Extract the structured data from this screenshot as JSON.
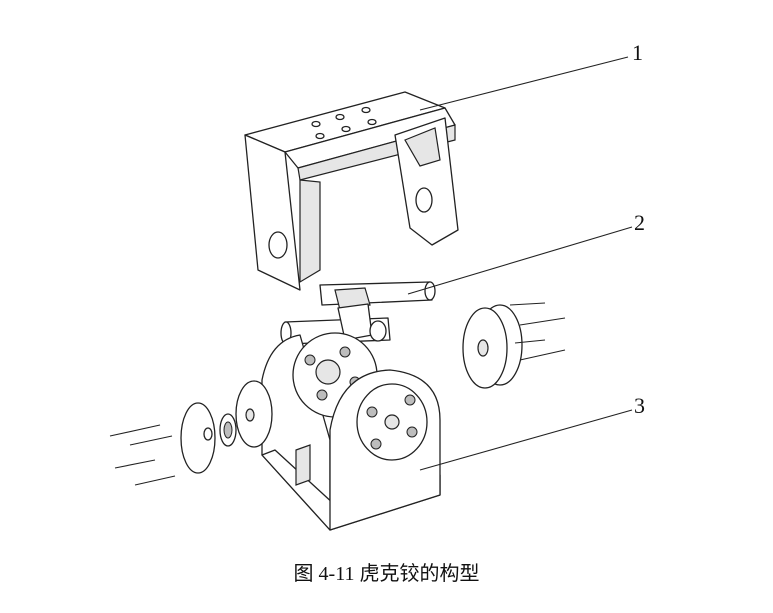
{
  "figure": {
    "labels": [
      "1",
      "2",
      "3"
    ],
    "caption": "图 4-11  虎克铰的构型"
  }
}
